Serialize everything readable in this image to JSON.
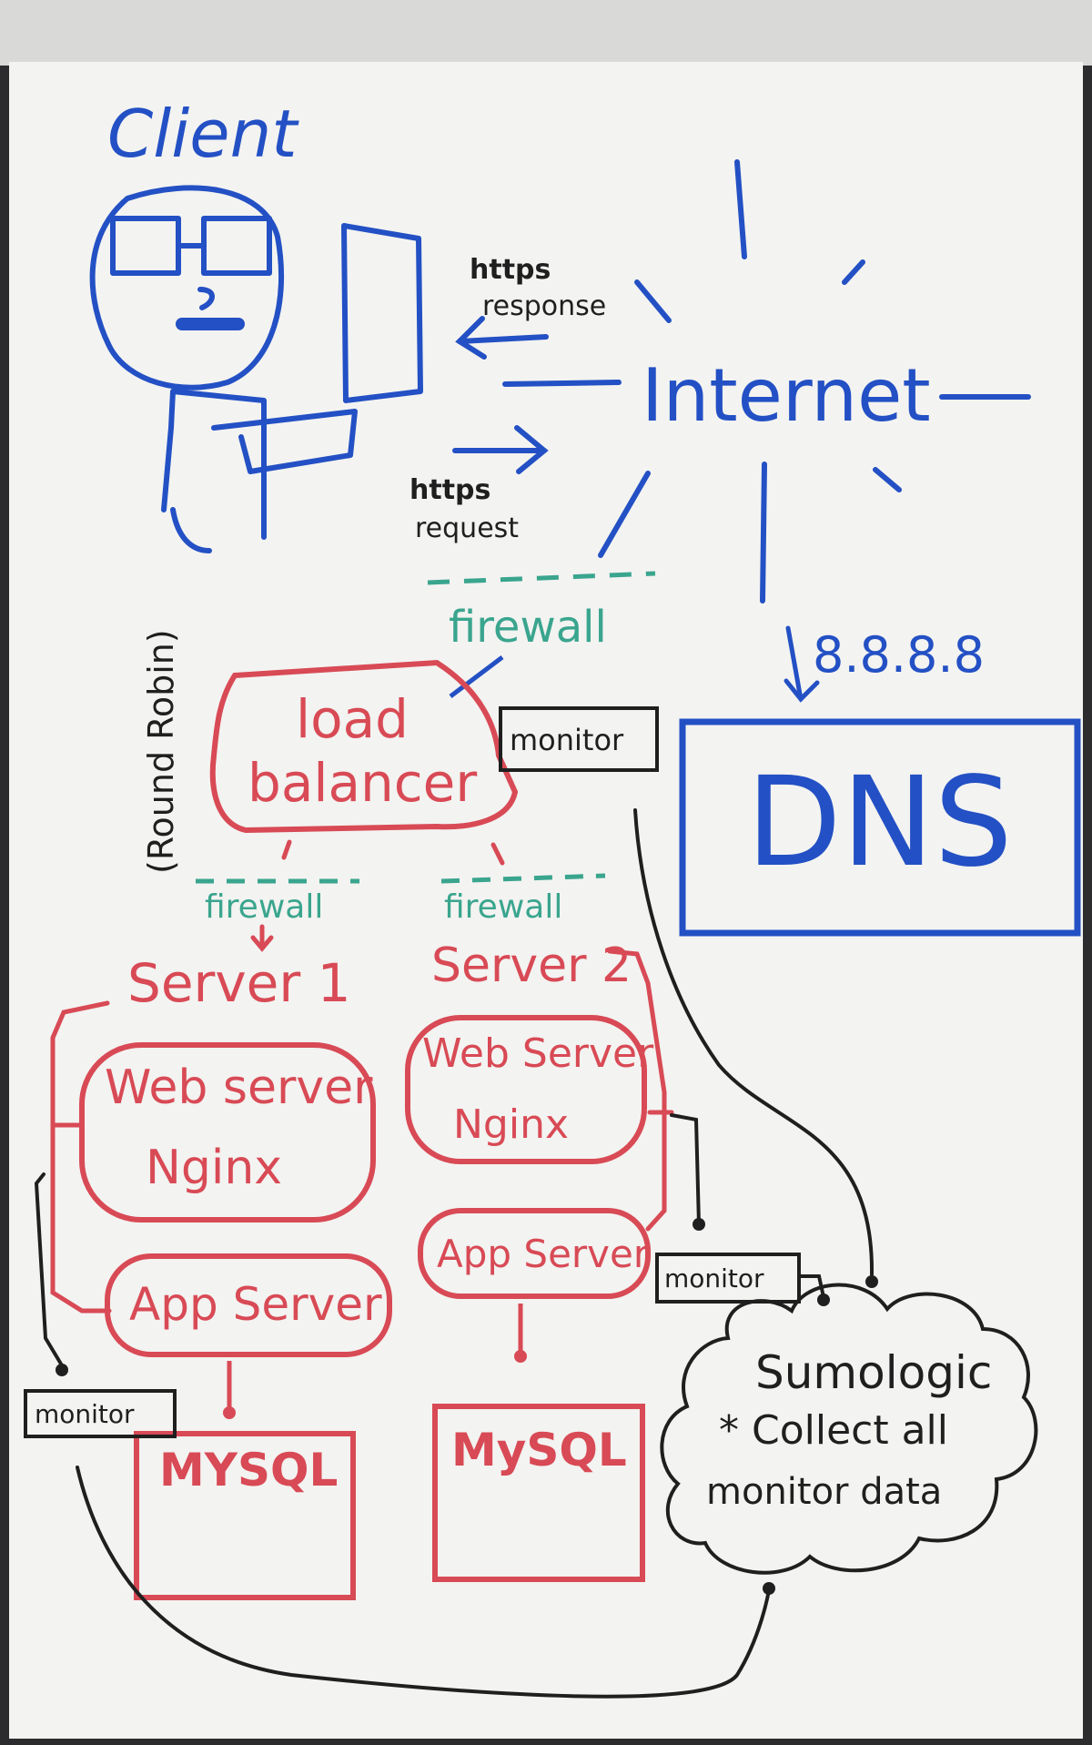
{
  "diagram": {
    "colors": {
      "blue": "#2350c4",
      "red": "#d84a55",
      "teal": "#3aa58e",
      "black": "#1f1f1f",
      "board": "#f3f3f1",
      "frame": "#2c2b2d"
    },
    "client": {
      "label": "Client"
    },
    "internet": {
      "label": "Internet"
    },
    "https_response": {
      "line1": "https",
      "line2": "response"
    },
    "https_request": {
      "line1": "https",
      "line2": "request"
    },
    "firewall_top": "firewall",
    "firewall_left": "firewall",
    "firewall_right": "firewall",
    "dns": {
      "label": "DNS",
      "ip": "8.8.8.8"
    },
    "load_balancer": {
      "line1": "load",
      "line2": "balancer",
      "note": "(Round Robin)"
    },
    "monitor_labels": [
      "monitor",
      "monitor",
      "monitor"
    ],
    "server1": {
      "title": "Server 1",
      "web": {
        "line1": "Web server",
        "line2": "Nginx"
      },
      "app": "App Server",
      "db": "MYSQL"
    },
    "server2": {
      "title": "Server 2",
      "web": {
        "line1": "Web Server",
        "line2": "Nginx"
      },
      "app": "App Server",
      "db": "MySQL"
    },
    "sumologic": {
      "title": "Sumologic",
      "line1": "* Collect all",
      "line2": "monitor data"
    }
  }
}
